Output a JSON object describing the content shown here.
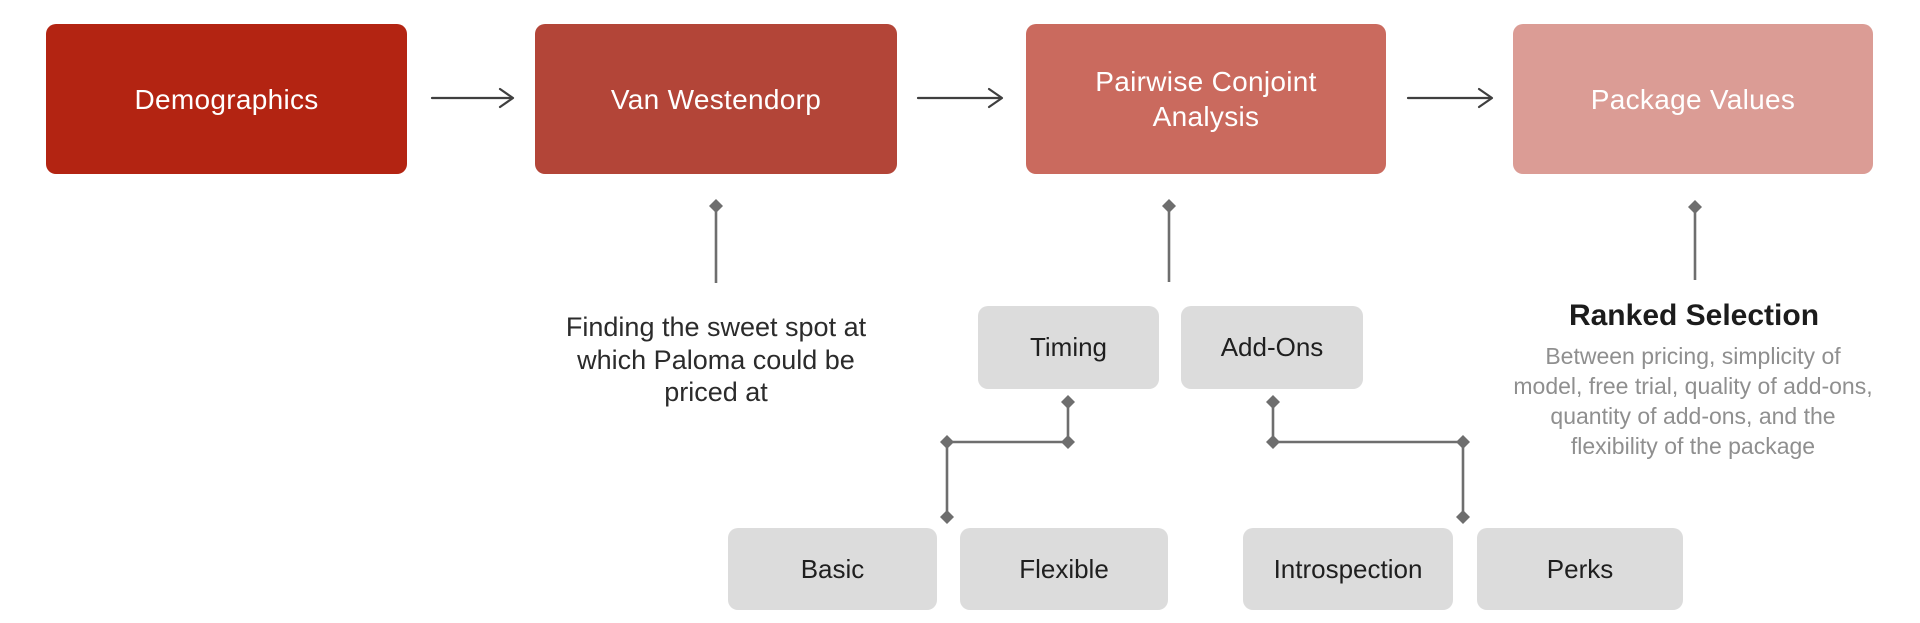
{
  "diagram": {
    "title_context": "pricing research flow",
    "flow_nodes": [
      {
        "label": "Demographics",
        "color": "#b32412"
      },
      {
        "label": "Van Westendorp",
        "color": "#b34538"
      },
      {
        "label": "Pairwise Conjoint Analysis",
        "color": "#ca6a5e"
      },
      {
        "label": "Package Values",
        "color": "#db9c95"
      }
    ],
    "annotations": {
      "van_westendorp_note_lines": [
        "Finding the sweet spot at",
        "which Paloma could be",
        "priced at"
      ],
      "ranked_selection": {
        "title": "Ranked Selection",
        "body_lines": [
          "Between pricing, simplicity of",
          "model, free trial, quality of add-ons,",
          "quantity of add-ons, and the",
          "flexibility of the package"
        ]
      }
    },
    "attribute_tree": {
      "parents": [
        {
          "label": "Timing"
        },
        {
          "label": "Add-Ons"
        }
      ],
      "levels": [
        {
          "label": "Basic"
        },
        {
          "label": "Flexible"
        },
        {
          "label": "Introspection"
        },
        {
          "label": "Perks"
        }
      ]
    },
    "colors": {
      "connector": "#6e6e6e",
      "arrow": "#3f3f3f",
      "attribute_box": "#dcdcdc",
      "text_dark": "#2b2b2b",
      "text_gray": "#8f8f8f"
    }
  }
}
